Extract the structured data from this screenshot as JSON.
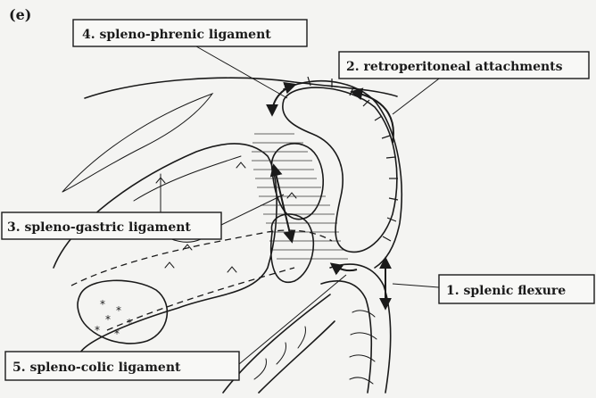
{
  "panel_letter": "(e)",
  "labels": {
    "splenic_flexure": "1. splenic flexure",
    "retroperitoneal": "2. retroperitoneal attachments",
    "splenogastric": "3. spleno-gastric ligament",
    "splenophrenic": "4. spleno-phrenic ligament",
    "splenocolic": "5. spleno-colic ligament"
  },
  "colors": {
    "ink": "#1a1a1a",
    "paper": "#f4f4f2"
  }
}
